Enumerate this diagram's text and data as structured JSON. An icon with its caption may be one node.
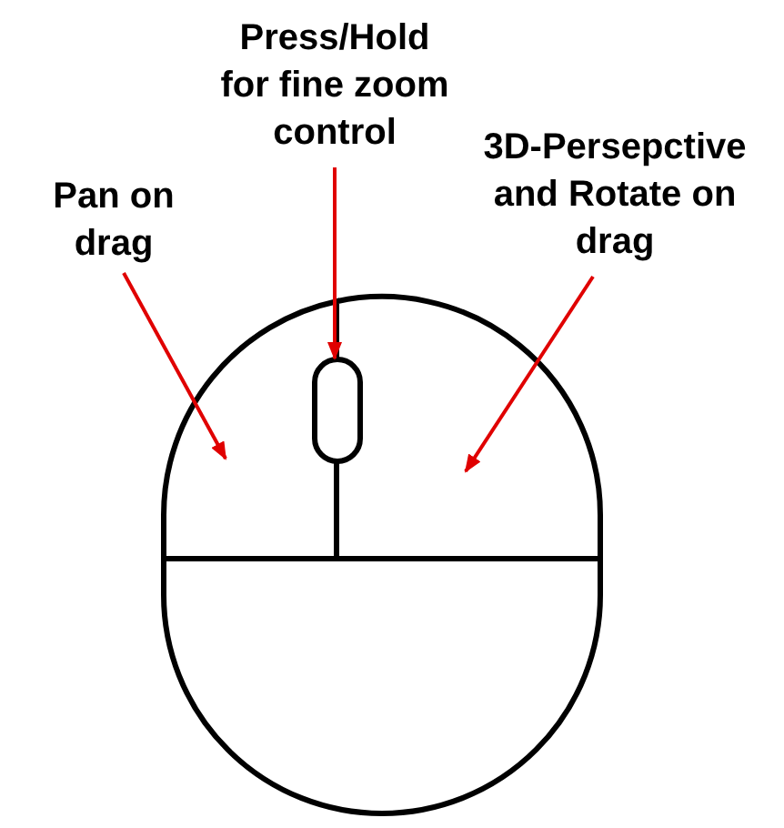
{
  "diagram": {
    "nodes": [
      {
        "text": [
          "Pan on drag"
        ]
      },
      {
        "text": [
          "Press/Hold for fine zoom control"
        ]
      },
      {
        "text": [
          "3D-Persepctive and Rotate on drag"
        ]
      },
      {
        "text": [],
        "shape": "box"
      },
      {
        "text": [],
        "shape": "box"
      },
      {
        "text": [],
        "shape": "box"
      },
      {
        "text": [],
        "shape": "box"
      }
    ],
    "edges": [
      {
        "from": 0,
        "to": 3,
        "arrow": "to"
      },
      {
        "from": 1,
        "to": 4,
        "arrow": "to"
      },
      {
        "from": 2,
        "to": 5,
        "arrow": "to"
      }
    ]
  }
}
